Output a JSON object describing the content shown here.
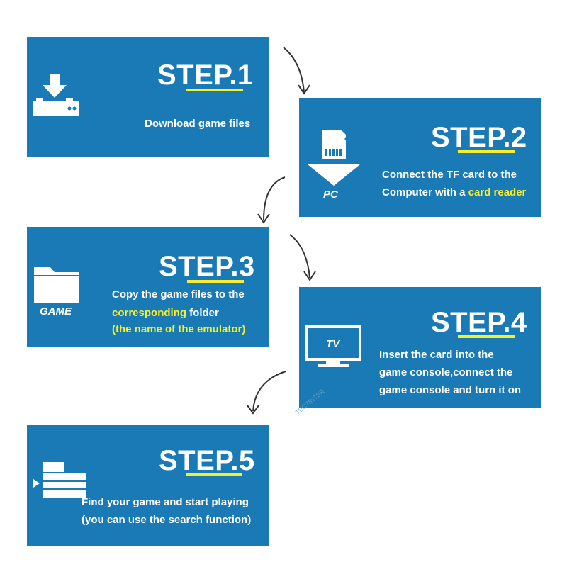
{
  "steps": [
    {
      "title": "STEP.1",
      "lines": [
        "Download game files"
      ]
    },
    {
      "title": "STEP.2",
      "line1": "Connect the TF card to the",
      "line2_pre": "Computer with a ",
      "line2_hl": "card reader",
      "icon_label": "PC"
    },
    {
      "title": "STEP.3",
      "line1": "Copy the game files to the",
      "line2_hl": "corresponding",
      "line2_post": " folder",
      "line3_hl": "(the name of the emulator)",
      "icon_label": "GAME"
    },
    {
      "title": "STEP.4",
      "lines": [
        "Insert the card into the",
        "game console,connect the",
        "game console and turn it on"
      ],
      "icon_label": "TV"
    },
    {
      "title": "STEP.5",
      "lines": [
        "Find your game and start playing",
        "(you can use the search function)"
      ]
    }
  ],
  "watermark": "TECTINTER",
  "colors": {
    "panel": "#1a7ab5",
    "highlight": "#f7ef2a",
    "text": "#ffffff",
    "arrow": "#333333"
  }
}
